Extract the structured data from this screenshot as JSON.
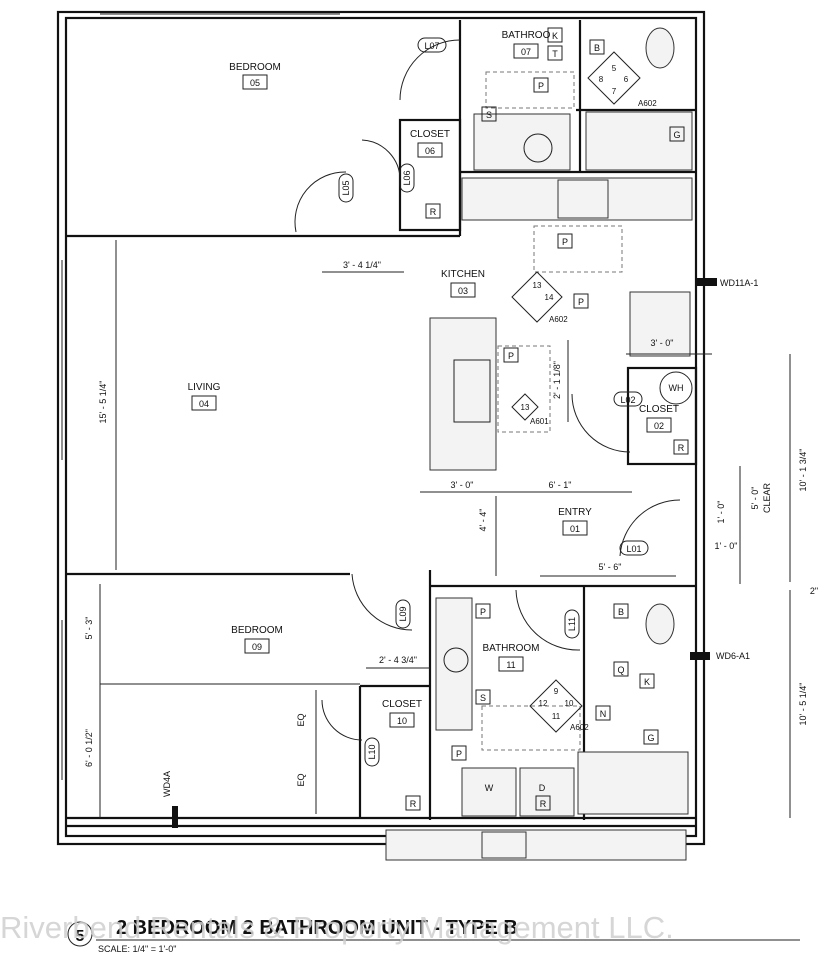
{
  "rooms": [
    {
      "id": "bedroom-05",
      "name": "BEDROOM",
      "number": "05"
    },
    {
      "id": "bathroom-07",
      "name": "BATHROO",
      "number": "07"
    },
    {
      "id": "closet-06",
      "name": "CLOSET",
      "number": "06"
    },
    {
      "id": "kitchen-03",
      "name": "KITCHEN",
      "number": "03"
    },
    {
      "id": "living-04",
      "name": "LIVING",
      "number": "04"
    },
    {
      "id": "closet-02",
      "name": "CLOSET",
      "number": "02"
    },
    {
      "id": "entry-01",
      "name": "ENTRY",
      "number": "01"
    },
    {
      "id": "bedroom-09",
      "name": "BEDROOM",
      "number": "09"
    },
    {
      "id": "bathroom-11",
      "name": "BATHROOM",
      "number": "11"
    },
    {
      "id": "closet-10",
      "name": "CLOSET",
      "number": "10"
    }
  ],
  "door_labels": [
    "L07",
    "L05",
    "L06",
    "L02",
    "L01",
    "L09",
    "L11",
    "L10"
  ],
  "fixture_tags": {
    "K": "K",
    "T": "T",
    "B": "B",
    "P": "P",
    "S": "S",
    "G": "G",
    "R": "R",
    "Q": "Q",
    "N": "N",
    "W": "W",
    "D": "D",
    "WH": "WH"
  },
  "elevation_markers": [
    {
      "id": "marker-bath-07",
      "numbers": [
        "5",
        "6",
        "7",
        "8"
      ],
      "sheet": "A602"
    },
    {
      "id": "marker-kitchen-a602",
      "numbers": [
        "13",
        "14"
      ],
      "sheet": "A602"
    },
    {
      "id": "marker-kitchen-a601",
      "numbers": [
        "13"
      ],
      "sheet": "A601"
    },
    {
      "id": "marker-bath-11",
      "numbers": [
        "9",
        "10",
        "11",
        "12"
      ],
      "sheet": "A602"
    }
  ],
  "dimensions": {
    "d1": "3' - 4 1/4\"",
    "d2": "15' - 5 1/4\"",
    "d3": "3' - 0\"",
    "d4": "2' - 1 1/8\"",
    "d5": "3' - 0\"",
    "d6": "6' - 1\"",
    "d7": "4' - 4\"",
    "d8": "10' - 1 3/4\"",
    "d9": "5' - 0\"",
    "d10": "CLEAR",
    "d11": "1' - 0\"",
    "d12": "1' - 0\"",
    "d13": "5' - 6\"",
    "d14": "2\"",
    "d15": "5' - 3\"",
    "d16": "2' - 4 3/4\"",
    "d17": "6' - 0 1/2\"",
    "d18": "EQ",
    "d19": "EQ",
    "d20": "10' - 5 1/4\""
  },
  "wall_tags": {
    "wd11a": "WD11A-1",
    "wd6a": "WD6-A1",
    "wd4a": "WD4A"
  },
  "title_block": {
    "number": "5",
    "title": "2 BEDROOM 2 BATHROOM UNIT - TYPE B",
    "scale": "SCALE:  1/4\" = 1'-0\""
  },
  "watermark": "Riverbend Rentals & Property Management LLC."
}
